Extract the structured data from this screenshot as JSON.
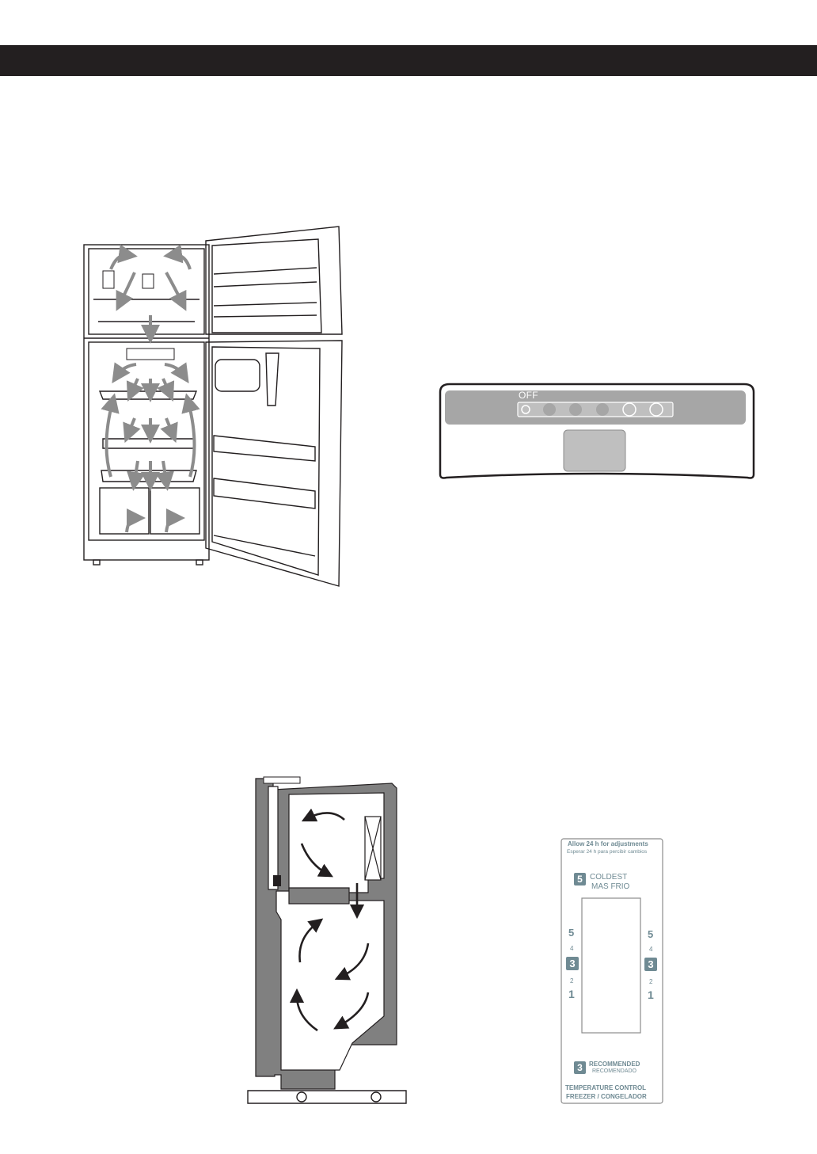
{
  "header": {
    "bar_color": "#231f20"
  },
  "control_panel": {
    "off_label": "OFF",
    "setting_count": 6
  },
  "temperature_label": {
    "allow_en": "Allow 24 h for adjustments",
    "allow_es": "Esperar 24 h para percibir cambios",
    "coldest_badge": "5",
    "coldest_en": "COLDEST",
    "coldest_es": "MAS FRIO",
    "scale_left": {
      "five": "5",
      "four": "4",
      "three": "3",
      "two": "2",
      "one": "1"
    },
    "scale_right": {
      "five": "5",
      "four": "4",
      "three": "3",
      "two": "2",
      "one": "1"
    },
    "recommended_badge": "3",
    "recommended_en": "RECOMMENDED",
    "recommended_es": "RECOMENDADO",
    "title_line1": "TEMPERATURE CONTROL",
    "title_line2": "FREEZER / CONGELADOR",
    "accent_color": "#6f8a93"
  },
  "colors": {
    "arrow_gray": "#8c8c8c",
    "insulation_gray": "#808080",
    "outline": "#231f20"
  }
}
